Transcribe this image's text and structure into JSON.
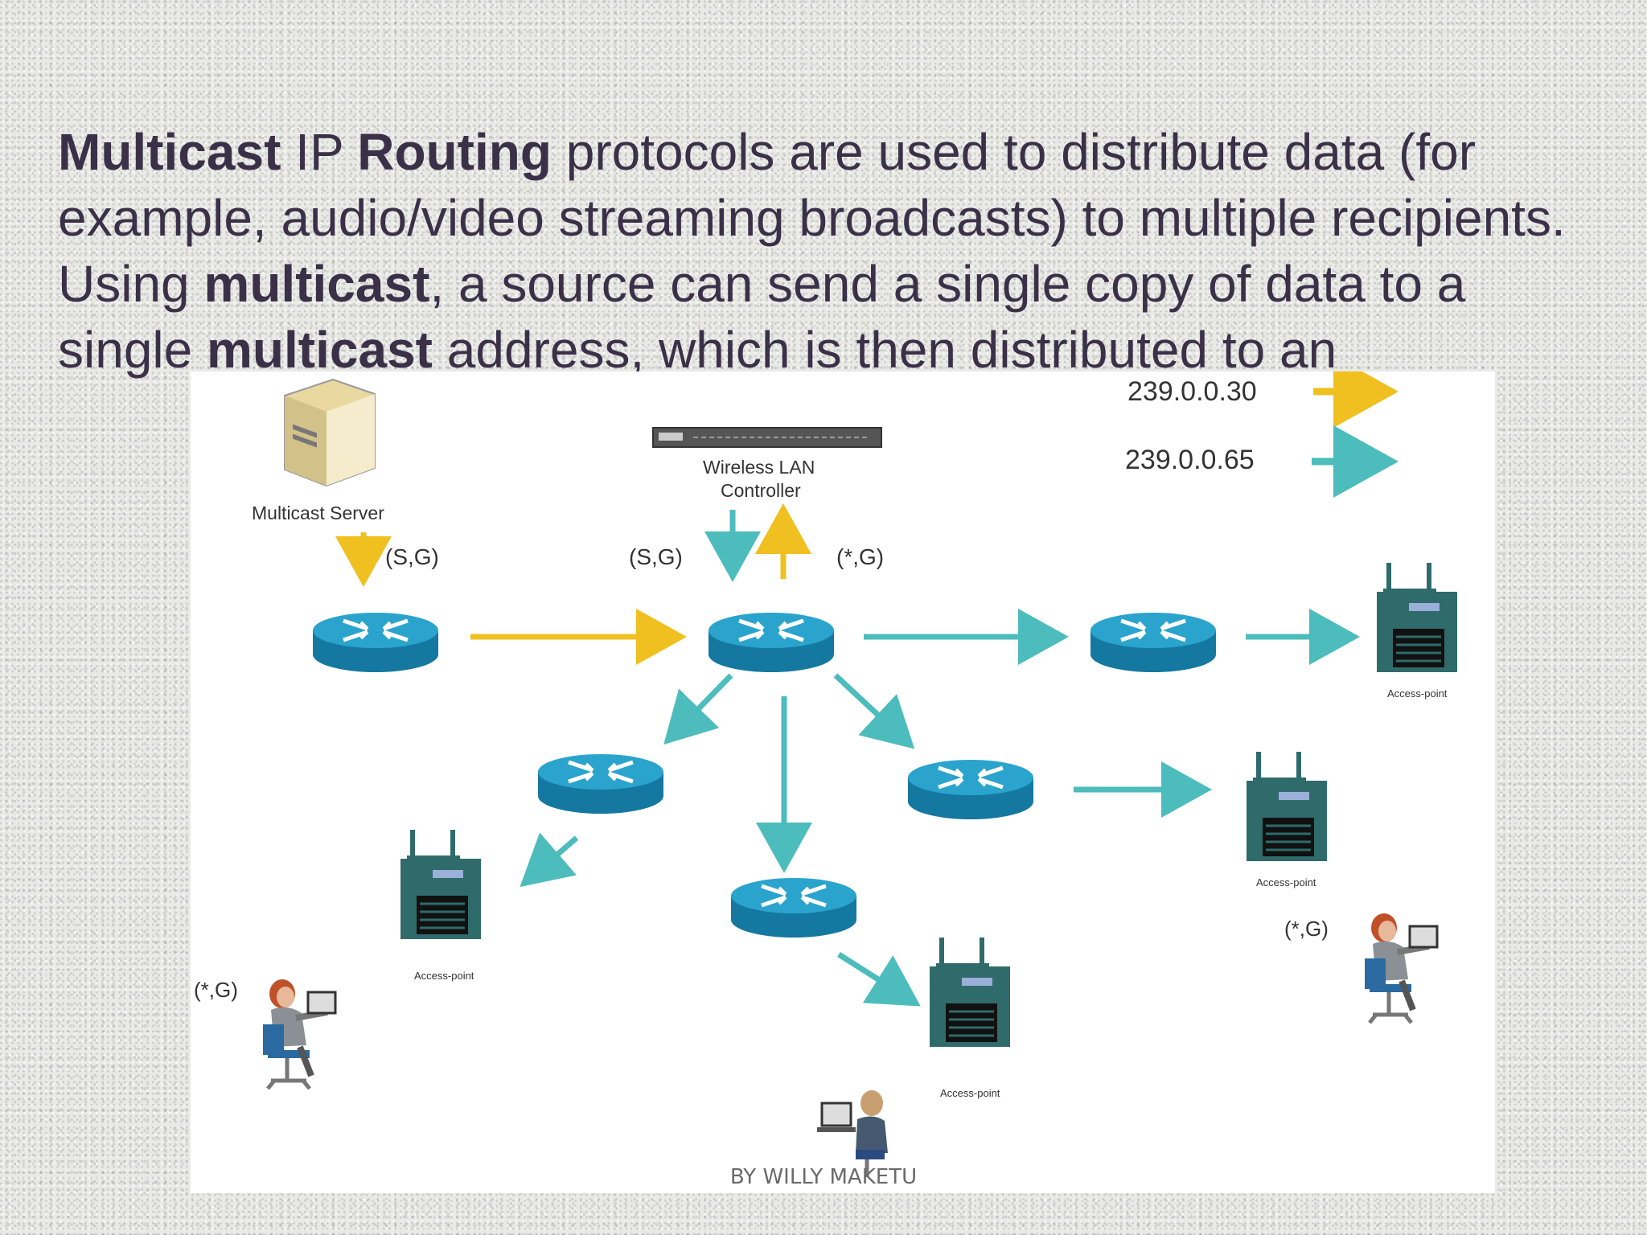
{
  "slide": {
    "paragraph_parts": [
      {
        "text": "Multicast",
        "bold": true
      },
      {
        "text": " IP ",
        "bold": false
      },
      {
        "text": "Routing",
        "bold": true
      },
      {
        "text": " protocols are used to distribute data (for example, audio/video streaming broadcasts) to multiple recipients. Using ",
        "bold": false
      },
      {
        "text": "multicast",
        "bold": true
      },
      {
        "text": ", a source can send a single copy of data to a single ",
        "bold": false
      },
      {
        "text": "multicast",
        "bold": true
      },
      {
        "text": " address, which is then distributed to an",
        "bold": false
      }
    ]
  },
  "diagram": {
    "legend": [
      {
        "label": "239.0.0.30",
        "color": "#f0c020"
      },
      {
        "label": "239.0.0.65",
        "color": "#4dbcbc"
      }
    ],
    "server_label": "Multicast Server",
    "wlc_label_line1": "Wireless LAN",
    "wlc_label_line2": "Controller",
    "sg_label_1": "(S,G)",
    "sg_label_2": "(S,G)",
    "star_g_label_top": "(*,G)",
    "star_g_label_left": "(*,G)",
    "star_g_label_right": "(*,G)",
    "ap_label": "Access-point",
    "colors": {
      "yellow": "#f0c020",
      "teal": "#4dbcbc",
      "router_top": "#2aa4cc",
      "router_side": "#1478a0",
      "ap_body": "#2f6b6b"
    }
  },
  "footer": {
    "credit": "BY WILLY MAKETU"
  }
}
